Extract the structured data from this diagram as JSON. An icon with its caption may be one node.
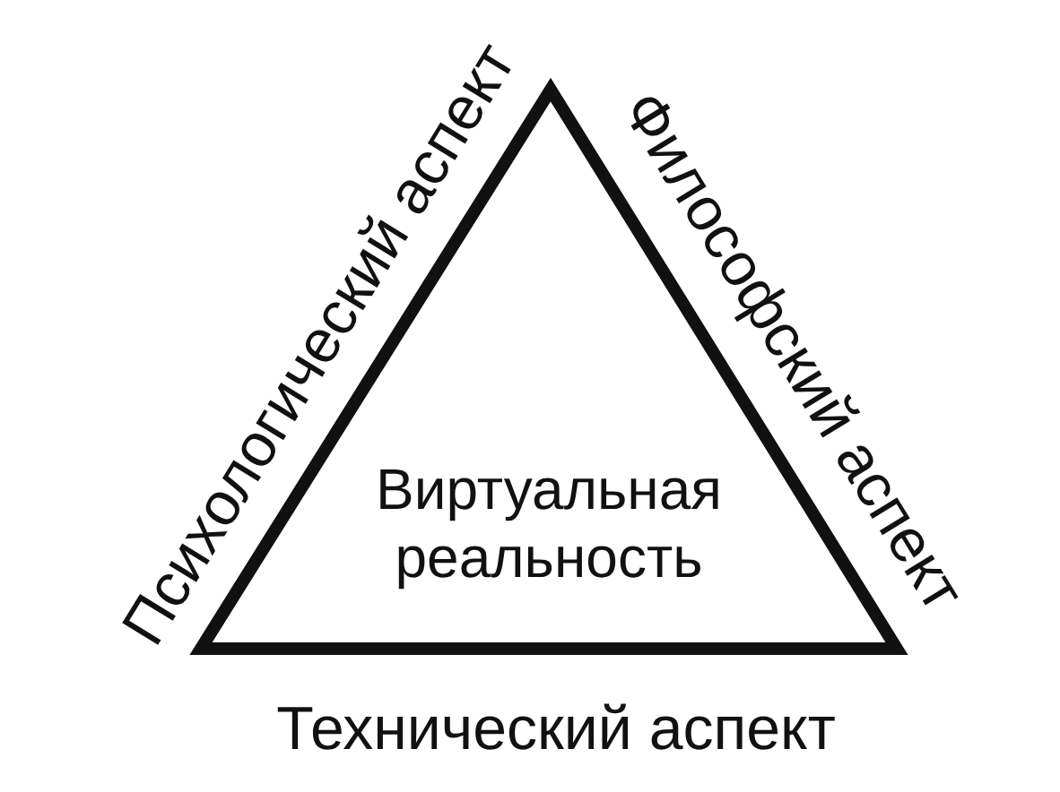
{
  "diagram": {
    "nodes": [
      {
        "text": [
          "Виртуальная реальность"
        ]
      }
    ],
    "edges": [],
    "labels": [
      "Психологический аспект",
      "Философский аспект",
      "Технический аспект"
    ]
  }
}
